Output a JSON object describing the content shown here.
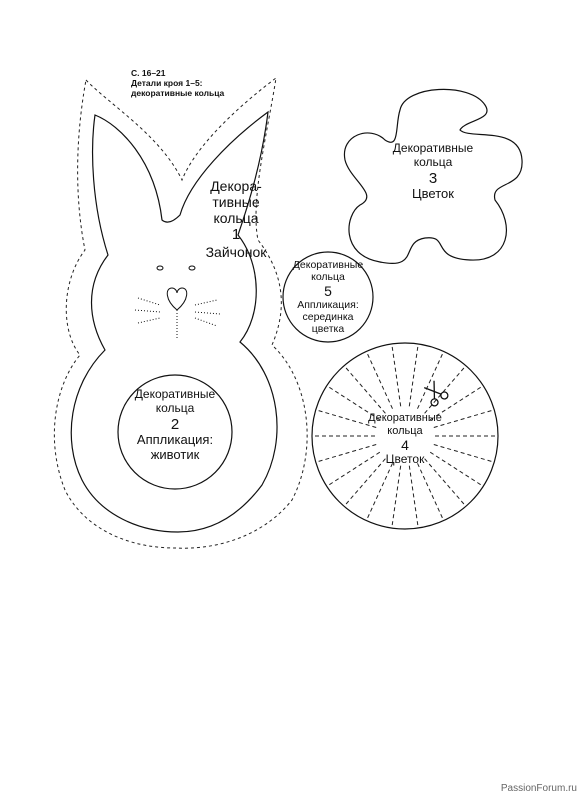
{
  "header": {
    "pages": "С. 16–21",
    "line1": "Детали кроя 1–5:",
    "line2": "декоративные кольца"
  },
  "pieces": {
    "bunny": {
      "l1": "Декора-",
      "l2": "тивные",
      "l3": "кольца",
      "num": "1",
      "name": "Зайчонок"
    },
    "belly": {
      "l1": "Декоративные",
      "l2": "кольца",
      "num": "2",
      "n1": "Аппликация:",
      "n2": "животик"
    },
    "flower": {
      "l1": "Декоративные",
      "l2": "кольца",
      "num": "3",
      "name": "Цветок"
    },
    "center": {
      "l1": "Декоративные",
      "l2": "кольца",
      "num": "5",
      "n1": "Аппликация:",
      "n2": "серединка",
      "n3": "цветка"
    },
    "sun": {
      "l1": "Декоративные",
      "l2": "кольца",
      "num": "4",
      "name": "Цветок"
    }
  },
  "watermark": "PassionForum.ru",
  "icons": {
    "scissors": "scissors-icon"
  }
}
